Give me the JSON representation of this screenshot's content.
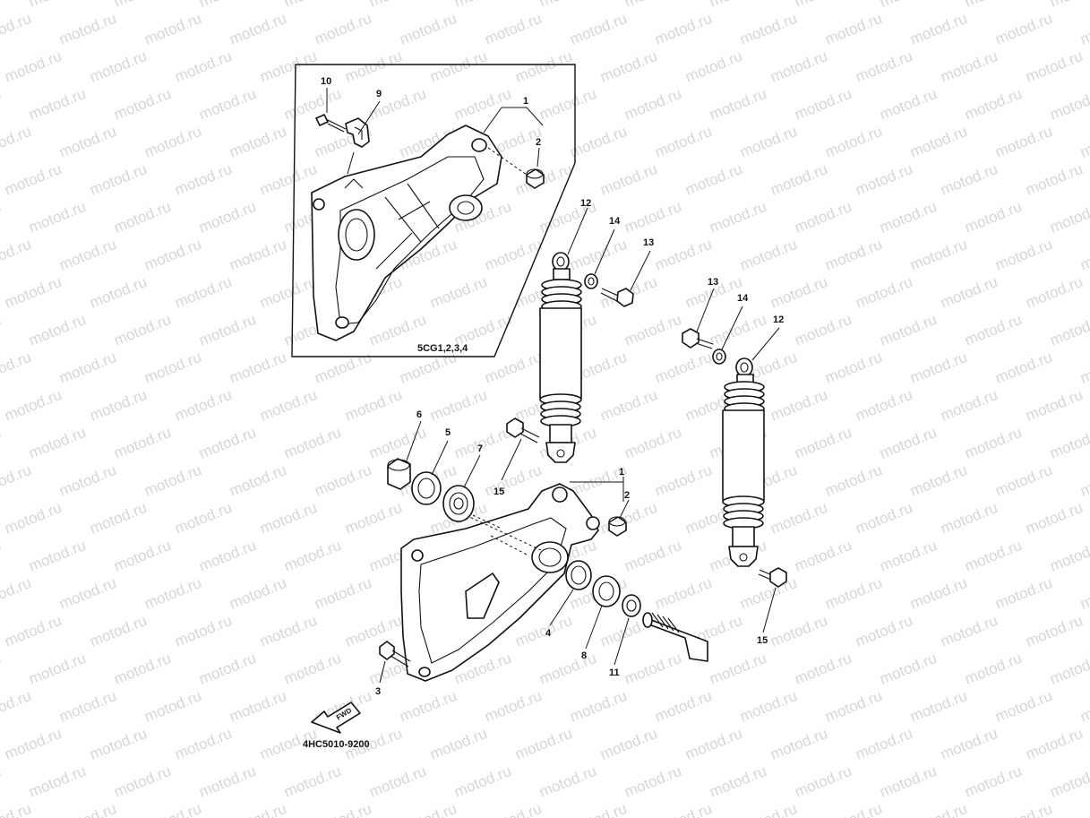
{
  "watermark": "motod.ru",
  "inset_variant": "5CG1,2,3,4",
  "diagram_code": "4HC5010-9200",
  "fwd_label": "FWD",
  "callouts": {
    "c1a": "1",
    "c2a": "2",
    "c9": "9",
    "c10": "10",
    "c12a": "12",
    "c14a": "14",
    "c13a": "13",
    "c13b": "13",
    "c14b": "14",
    "c12b": "12",
    "c6": "6",
    "c5": "5",
    "c7": "7",
    "c15a": "15",
    "c1b": "1",
    "c2b": "2",
    "c4": "4",
    "c8": "8",
    "c11": "11",
    "c3": "3",
    "c15b": "15"
  }
}
